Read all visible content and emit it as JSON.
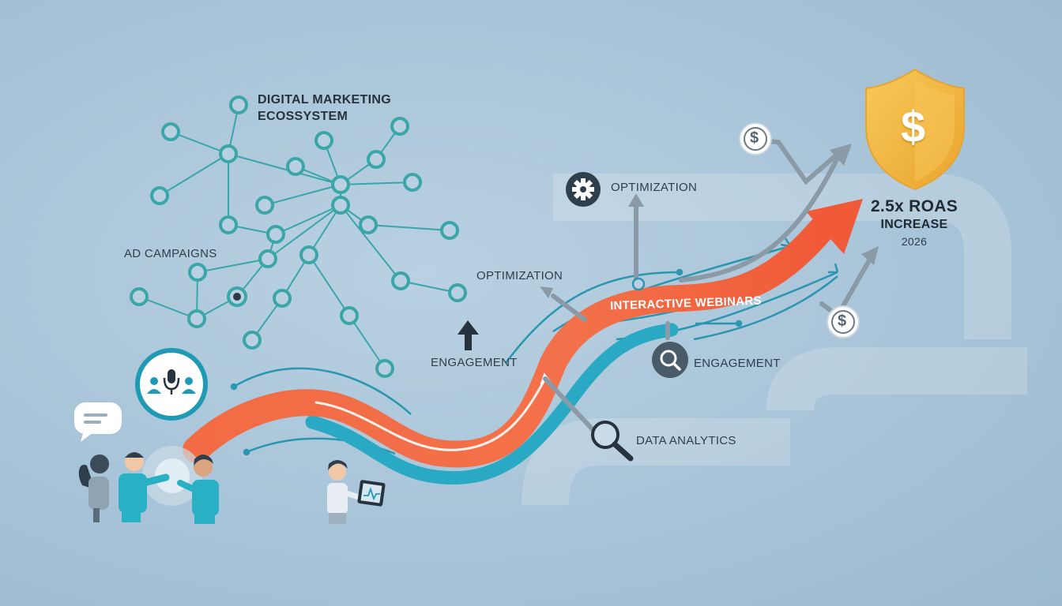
{
  "labels": {
    "ecosystem_line1": "DIGITAL MARKETING",
    "ecosystem_line2": "ECOSSYSTEM",
    "ad_campaigns": "AD CAMPAIGNS",
    "optimization_top": "OPTIMIZATION",
    "optimization_mid": "OPTIMIZATION",
    "engagement_left": "ENGAGEMENT",
    "engagement_right": "ENGAGEMENT",
    "data_analytics": "DATA ANALYTICS",
    "interactive_webinars": "INTERACTIVE WEBINARS",
    "roas_value": "2.5x ROAS",
    "roas_increase": "INCREASE",
    "roas_year": "2026",
    "shield_symbol": "$",
    "coin_symbol": "$"
  },
  "icons": [
    "network-node-icon",
    "webinar-microphone-icon",
    "chat-bubble-icon",
    "gear-icon",
    "magnifier-icon",
    "dollar-coin-icon",
    "dollar-shield-icon",
    "up-arrow-icon",
    "people-illustration",
    "analyst-with-tablet-illustration"
  ],
  "colors": {
    "background": "#a9c5d9",
    "node_teal": "#3aa6a8",
    "ribbon_orange": "#f0704a",
    "ribbon_blue": "#29a9c4",
    "arrow_gray": "#8a9aa6",
    "shield_gold": "#f2b33d",
    "text_dark": "#26323d"
  }
}
